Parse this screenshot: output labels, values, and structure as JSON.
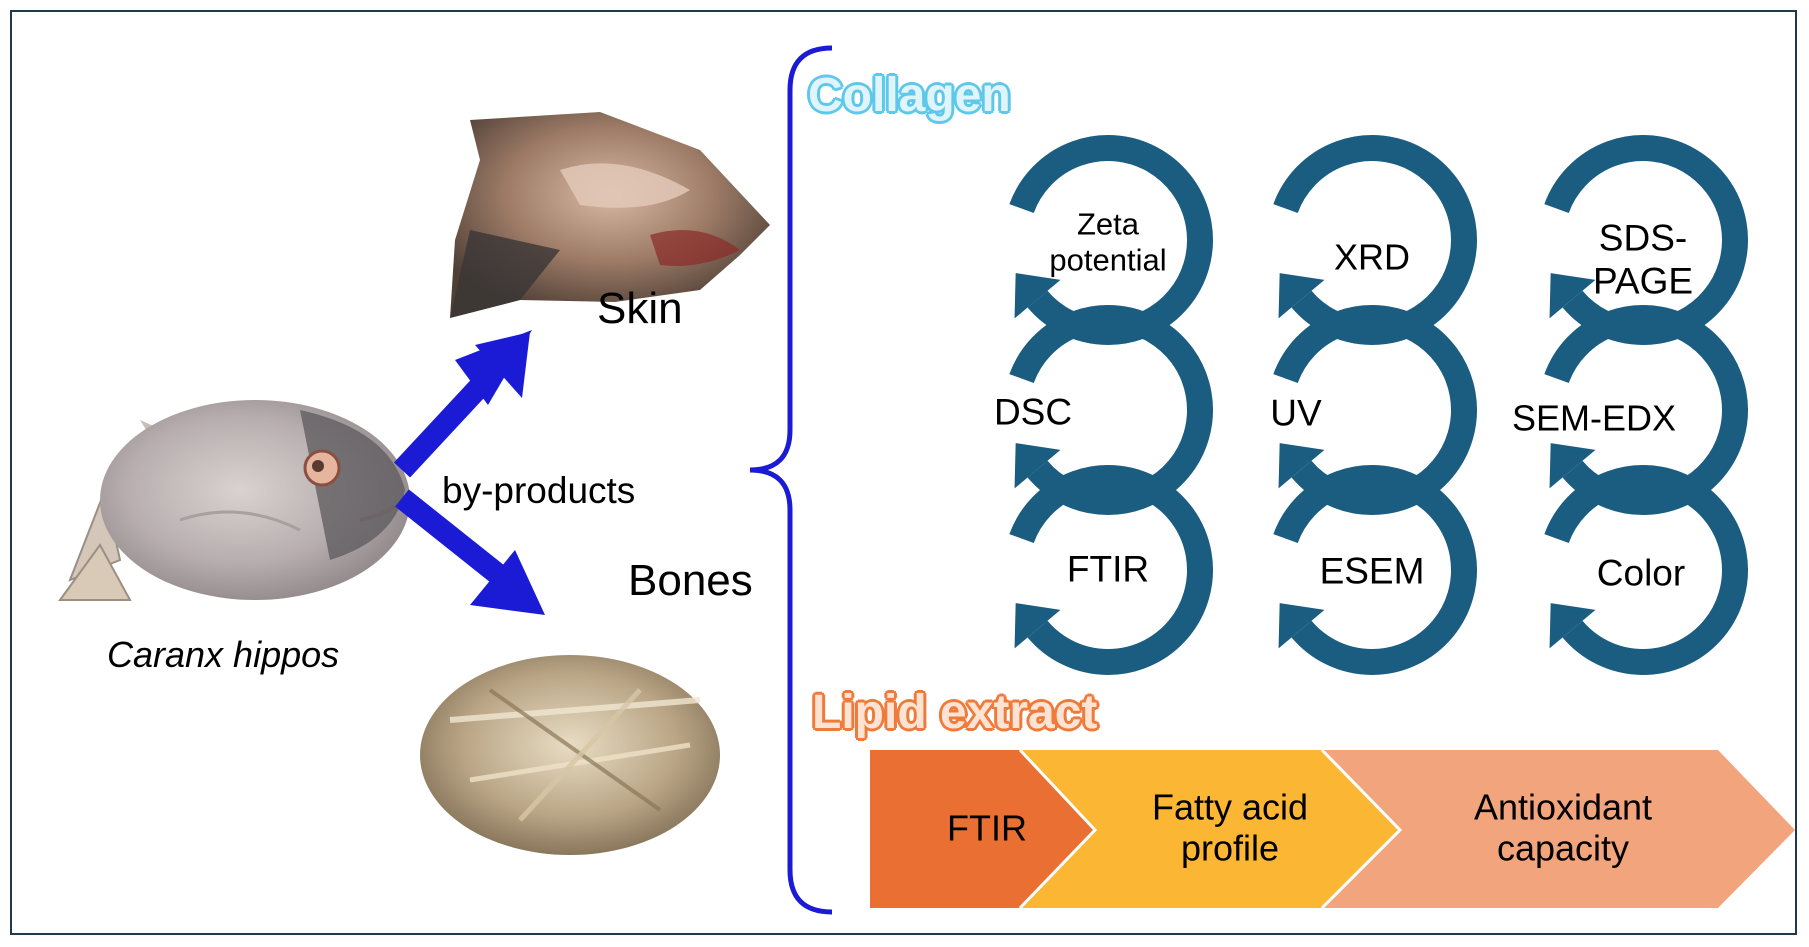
{
  "source": {
    "species_label": "Caranx hippos",
    "byproducts_label": "by-products",
    "skin_label": "Skin",
    "bones_label": "Bones"
  },
  "collagen": {
    "heading": "Collagen",
    "heading_color": "#5ec8ea",
    "ring_color": "#1b5d80",
    "analyses": [
      "Zeta potential",
      "XRD",
      "SDS-PAGE",
      "DSC",
      "UV",
      "SEM-EDX",
      "FTIR",
      "ESEM",
      "Color"
    ]
  },
  "lipid": {
    "heading": "Lipid extract",
    "heading_color": "#f07a3a",
    "steps": [
      {
        "label": "FTIR",
        "color": "#e96f32"
      },
      {
        "label": "Fatty acid profile",
        "color": "#fbb633"
      },
      {
        "label": "Antioxidant capacity",
        "color": "#f2a47d"
      }
    ]
  },
  "colors": {
    "arrow": "#1b1bd6",
    "brace": "#1b1bd6",
    "frame": "#1f3a4d"
  }
}
